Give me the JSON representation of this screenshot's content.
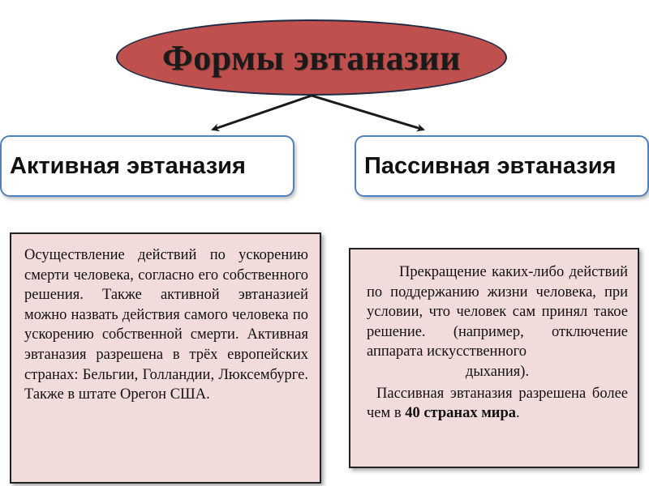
{
  "title": "Формы эвтаназии",
  "branches": {
    "active": {
      "label": "Активная эвтаназия",
      "description": "Осуществление действий по ускорению смерти человека, согласно его собственного решения. Также активной эвтаназией можно назвать действия самого человека по ускорению собственной смерти. Активная эвтаназия разрешена в трёх европейских странах: Бельгии, Голландии, Люксембурге. Также в штате Орегон США."
    },
    "passive": {
      "label": "Пассивная эвтаназия",
      "description_part1": "Прекращение каких-либо действий по поддержанию жизни человека, при условии, что человек сам принял такое решение. (например, отключение аппарата искусственного",
      "description_part1_end": "дыхания).",
      "description_part2_prefix": "Пассивная эвтаназия разрешена более чем в ",
      "description_part2_bold": "40 странах мира",
      "description_part2_suffix": "."
    }
  },
  "colors": {
    "ellipse_fill": "#c0504d",
    "box_border": "#4f81bd",
    "desc_fill": "#f2dcdb"
  }
}
